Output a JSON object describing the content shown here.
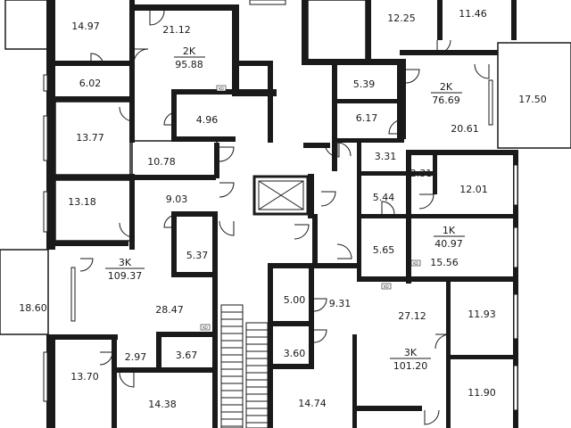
{
  "rooms": [
    {
      "id": "r1",
      "area": "14.97"
    },
    {
      "id": "r2",
      "area": "21.12"
    },
    {
      "id": "r3",
      "area": "12.25"
    },
    {
      "id": "r4",
      "area": "11.46"
    },
    {
      "id": "r5",
      "area": "6.02"
    },
    {
      "id": "r6",
      "area": "5.39"
    },
    {
      "id": "r7",
      "area": "17.50"
    },
    {
      "id": "r8",
      "area": "4.96"
    },
    {
      "id": "r9",
      "area": "6.17"
    },
    {
      "id": "r10",
      "area": "13.77"
    },
    {
      "id": "r11",
      "area": "20.61"
    },
    {
      "id": "r12",
      "area": "10.78"
    },
    {
      "id": "r13",
      "area": "3.31"
    },
    {
      "id": "r14",
      "area": "2.31"
    },
    {
      "id": "r15",
      "area": "12.01"
    },
    {
      "id": "r16",
      "area": "13.18"
    },
    {
      "id": "r17",
      "area": "9.03"
    },
    {
      "id": "r18",
      "area": "5.44"
    },
    {
      "id": "r19",
      "area": "5.37"
    },
    {
      "id": "r20",
      "area": "5.65"
    },
    {
      "id": "r21",
      "area": "15.56"
    },
    {
      "id": "r22",
      "area": "18.60"
    },
    {
      "id": "r23",
      "area": "5.00"
    },
    {
      "id": "r24",
      "area": "9.31"
    },
    {
      "id": "r25",
      "area": "28.47"
    },
    {
      "id": "r26",
      "area": "27.12"
    },
    {
      "id": "r27",
      "area": "11.93"
    },
    {
      "id": "r28",
      "area": "13.70"
    },
    {
      "id": "r29",
      "area": "2.97"
    },
    {
      "id": "r30",
      "area": "3.67"
    },
    {
      "id": "r31",
      "area": "3.60"
    },
    {
      "id": "r32",
      "area": "14.38"
    },
    {
      "id": "r33",
      "area": "14.74"
    },
    {
      "id": "r34",
      "area": "11.90"
    }
  ],
  "apartments": [
    {
      "id": "a1",
      "type": "2K",
      "area": "95.88"
    },
    {
      "id": "a2",
      "type": "2K",
      "area": "76.69"
    },
    {
      "id": "a3",
      "type": "1K",
      "area": "40.97"
    },
    {
      "id": "a4",
      "type": "3K",
      "area": "109.37"
    },
    {
      "id": "a5",
      "type": "3K",
      "area": "101.20"
    }
  ],
  "tags": {
    "vent": "KO"
  }
}
